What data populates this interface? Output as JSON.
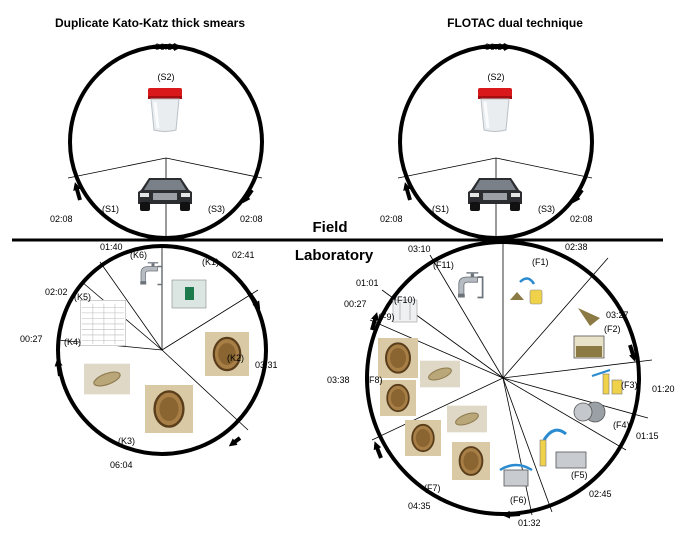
{
  "titles": {
    "left": "Duplicate Kato-Katz thick smears",
    "right": "FLOTAC dual technique"
  },
  "zones": {
    "field": "Field",
    "laboratory": "Laboratory"
  },
  "left": {
    "top_time": "06:39",
    "s2": "(S2)",
    "s1": "(S1)",
    "s3": "(S3)",
    "time_s1": "02:08",
    "time_s3": "02:08",
    "k1": "(K1)",
    "k2": "(K2)",
    "k3": "(K3)",
    "k4": "(K4)",
    "k5": "(K5)",
    "k6": "(K6)",
    "t_0140": "01:40",
    "t_0241": "02:41",
    "t_0202": "02:02",
    "t_0027": "00:27",
    "t_0331": "03:31",
    "t_0604": "06:04"
  },
  "right": {
    "top_time": "06:39",
    "s2": "(S2)",
    "s1": "(S1)",
    "s3": "(S3)",
    "time_s1": "02:08",
    "time_s3": "02:08",
    "f1": "(F1)",
    "f2": "(F2)",
    "f3": "(F3)",
    "f4": "(F4)",
    "f5": "(F5)",
    "f6": "(F6)",
    "f7": "(F7)",
    "f8": "(F8)",
    "f9": "(F9)",
    "f10": "(F10)",
    "f11": "(F11)",
    "t_0310": "03:10",
    "t_0238": "02:38",
    "t_0101": "01:01",
    "t_0027": "00:27",
    "t_0327": "03:27",
    "t_0120": "01:20",
    "t_0338": "03:38",
    "t_0115": "01:15",
    "t_0245": "02:45",
    "t_0435": "04:35",
    "t_0132": "01:32"
  },
  "icons": [
    "specimen-cup-icon",
    "pickup-truck-icon",
    "tap-icon",
    "slide-icon",
    "egg-micrograph-icon",
    "datasheet-icon",
    "flotac-device-icon",
    "centrifuge-icon",
    "sieve-icon",
    "reagent-bottle-icon"
  ]
}
